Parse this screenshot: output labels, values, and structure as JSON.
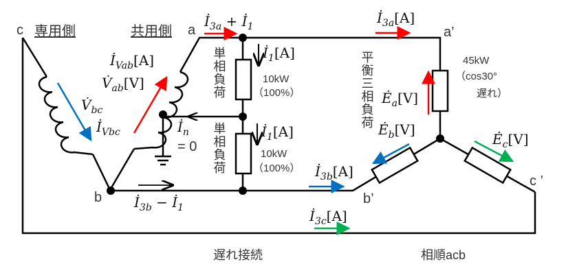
{
  "nodes": {
    "c": "c",
    "a": "a",
    "b": "b",
    "a_prime": "a’",
    "b_prime": "b’",
    "c_prime": "c ’"
  },
  "sides": {
    "dedicated": "専用側",
    "shared": "共用側"
  },
  "loads": {
    "single_phase_load": "単相負荷",
    "balanced_three_phase_load": "平衡三相負荷",
    "single_power": "10kW",
    "single_ratio": "（100%）",
    "three_power": "45kW",
    "three_pf": "（cos30°",
    "three_lag": "遅れ）"
  },
  "captions": {
    "connection": "遅れ接続",
    "phase_order": "相順acb"
  },
  "math": {
    "i3a_plus_i1": {
      "a": "İ",
      "as": "3a",
      "mid": " + ",
      "b": "İ",
      "bs": "1"
    },
    "i3b_minus_i1": {
      "a": "İ",
      "as": "3b",
      "mid": " − ",
      "b": "İ",
      "bs": "1"
    },
    "i3a": {
      "sym": "İ",
      "sub": "3a",
      "tail": "[A]"
    },
    "i3b": {
      "sym": "İ",
      "sub": "3b",
      "tail": "[A]"
    },
    "i3c": {
      "sym": "İ",
      "sub": "3c",
      "tail": "[A]"
    },
    "i1_top": {
      "sym": "İ",
      "sub": "1",
      "tail": "[A]"
    },
    "i1_bottom": {
      "sym": "İ",
      "sub": "1",
      "tail": "[A]"
    },
    "ivab": {
      "sym": "İ",
      "sub": "Vab",
      "tail": "[A]"
    },
    "vab": {
      "sym": "V̇",
      "sub": "ab",
      "tail": "[V]"
    },
    "vbc": {
      "sym": "V̇",
      "sub": "bc"
    },
    "ivbc": {
      "sym": "İ",
      "sub": "Vbc"
    },
    "in": {
      "sym": "İ",
      "sub": "n",
      "eq": "= 0"
    },
    "ea": {
      "sym": "Ė",
      "sub": "a",
      "tail": "[V]"
    },
    "eb": {
      "sym": "Ė",
      "sub": "b",
      "tail": "[V]"
    },
    "ec": {
      "sym": "Ė",
      "sub": "c",
      "tail": "[V]"
    }
  },
  "colors": {
    "phase_a": "#ff0000",
    "phase_b": "#0070c0",
    "phase_c": "#00b050",
    "wire": "#000000"
  }
}
